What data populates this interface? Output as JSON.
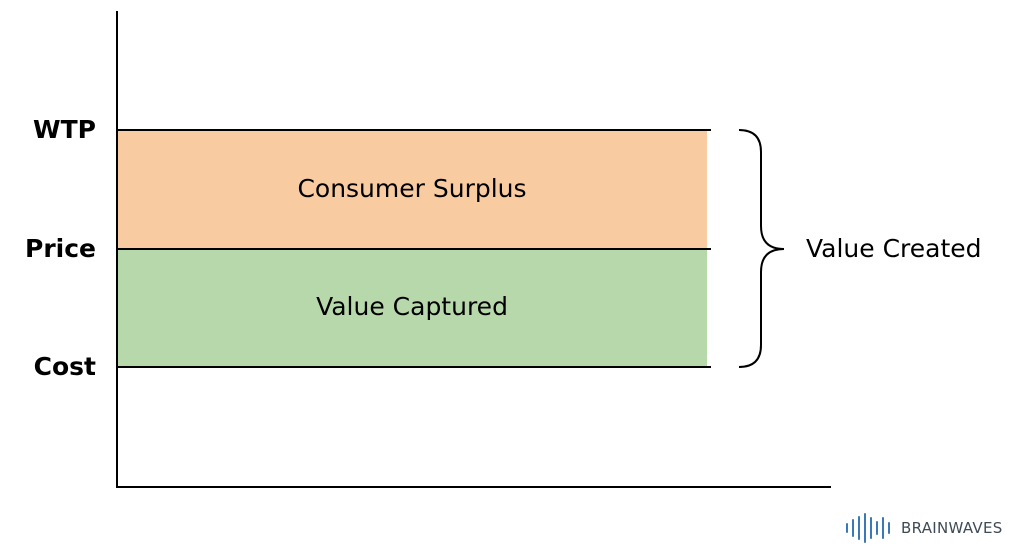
{
  "levels": {
    "wtp": "WTP",
    "price": "Price",
    "cost": "Cost"
  },
  "regions": {
    "consumer_surplus": "Consumer Surplus",
    "value_captured": "Value Captured"
  },
  "brace": {
    "label": "Value Created"
  },
  "brand": {
    "name": "BRAINWAVES",
    "icon": "soundwave-bars-icon"
  },
  "colors": {
    "consumer_surplus_fill": "#f8cba0",
    "value_captured_fill": "#b7d8aa",
    "line": "#000000",
    "brand_bars": "#3b78b8",
    "brand_text": "#3f4a57"
  }
}
